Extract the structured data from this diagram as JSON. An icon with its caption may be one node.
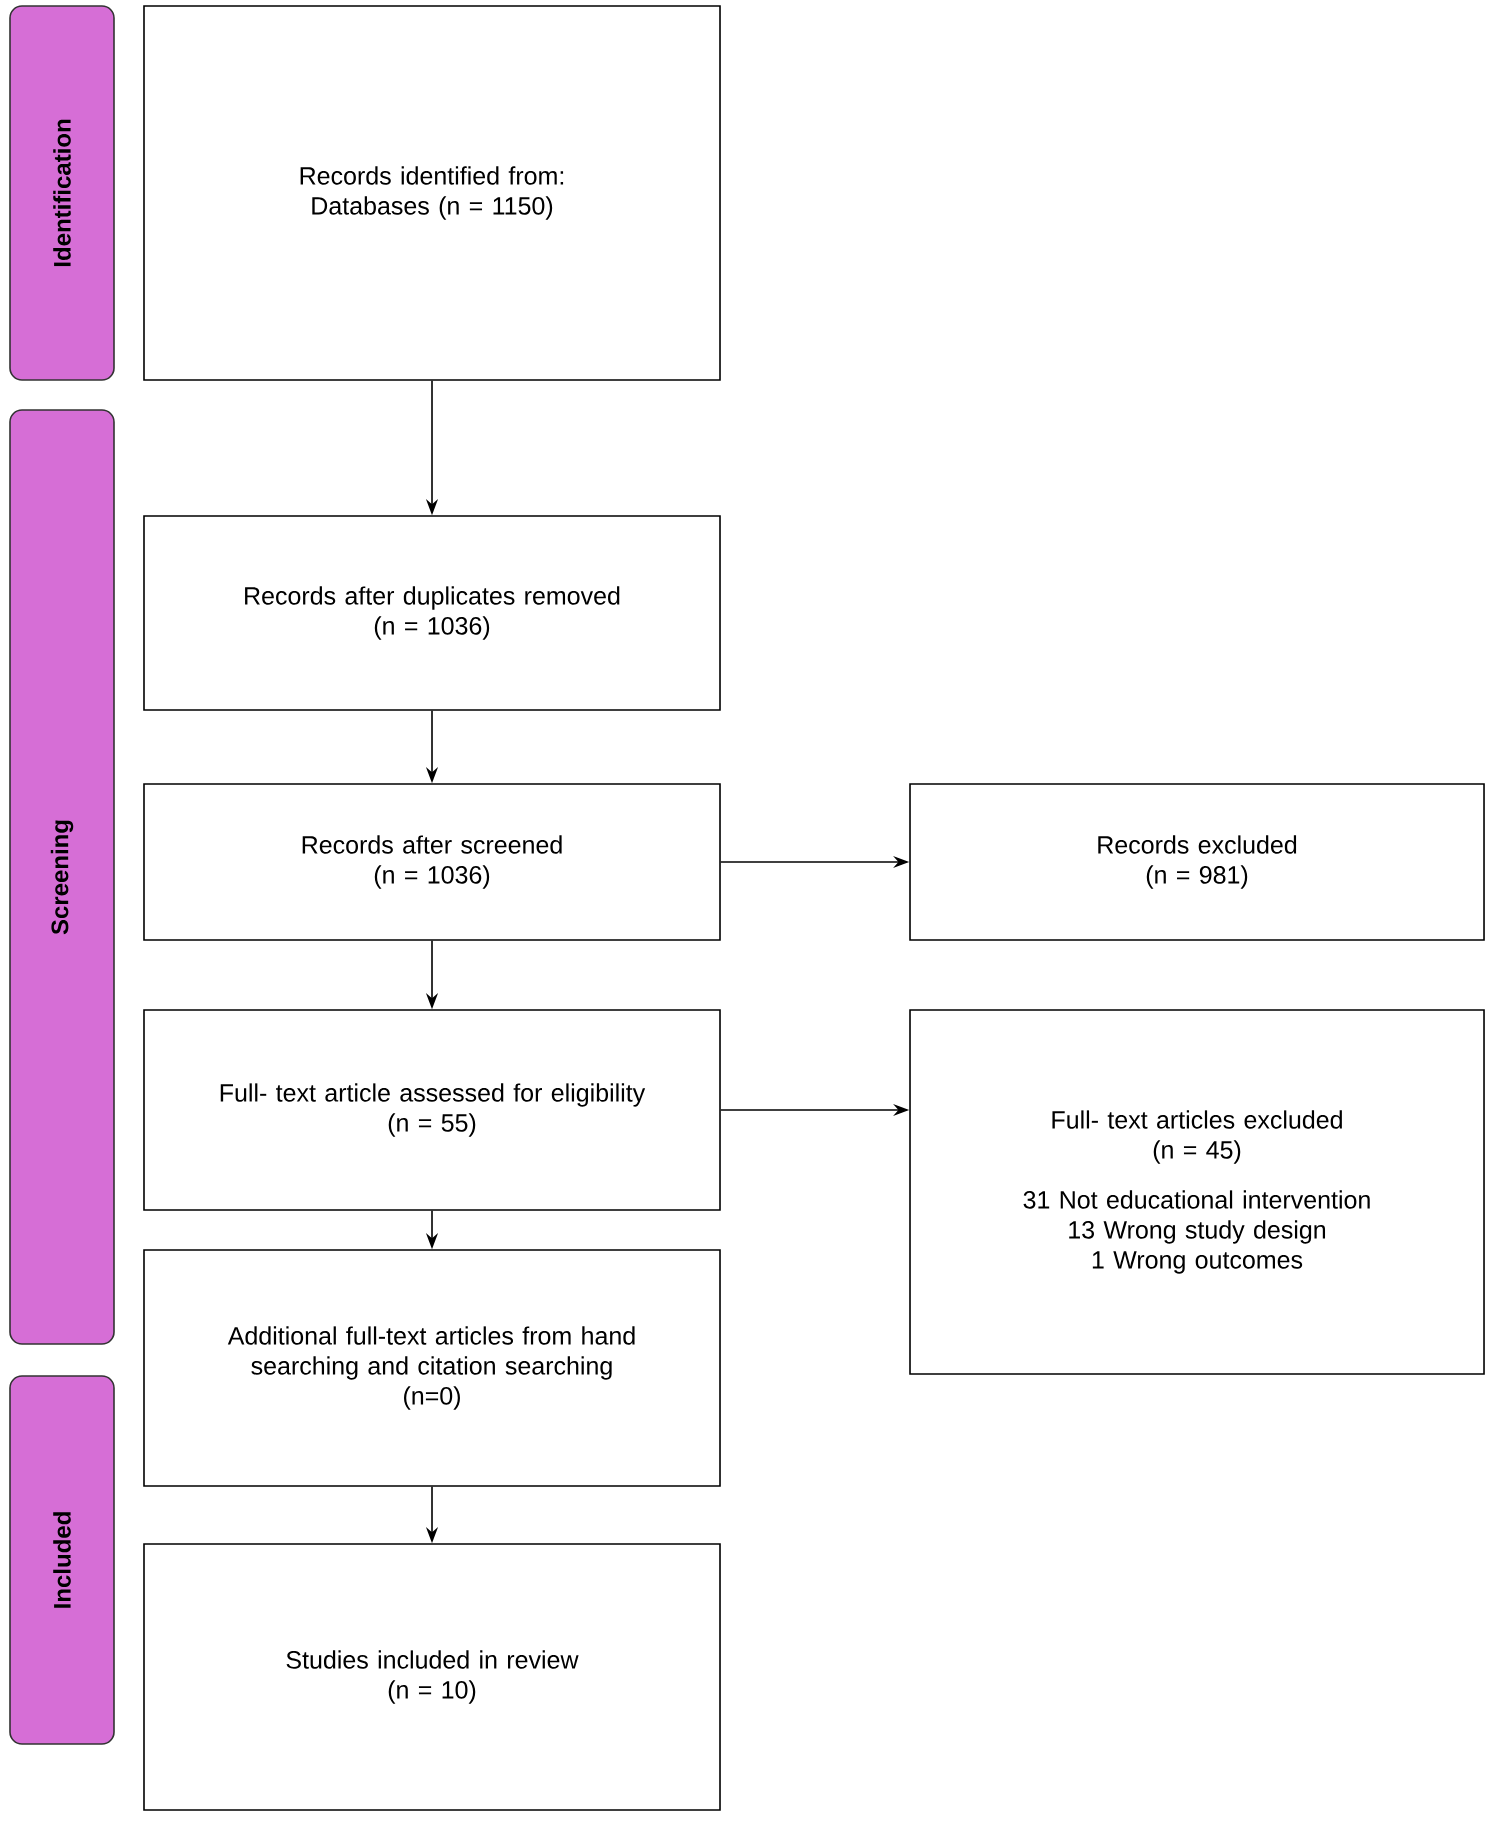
{
  "diagram": {
    "nodes": [
      {
        "text": [
          "Identification"
        ]
      },
      {
        "text": [
          "Screening"
        ]
      },
      {
        "text": [
          "Included"
        ]
      },
      {
        "text": [
          "Records identified from:",
          "Databases (n = 1150)"
        ]
      },
      {
        "text": [
          "Records after duplicates removed",
          "(n = 1036)"
        ]
      },
      {
        "text": [
          "Records after screened",
          "(n = 1036)"
        ]
      },
      {
        "text": [
          "Records excluded",
          "(n = 981)"
        ]
      },
      {
        "text": [
          "Full- text article assessed for eligibility",
          "(n = 55)"
        ]
      },
      {
        "text": [
          "Full- text articles excluded",
          "(n = 45)",
          "31 Not educational intervention",
          "13 Wrong study design",
          "1 Wrong outcomes"
        ]
      },
      {
        "text": [
          "Additional full-text articles from hand searching and citation searching",
          "(n=0)"
        ]
      },
      {
        "text": [
          "Studies included in review",
          "(n = 10)"
        ]
      }
    ],
    "edges": [
      {
        "from": 3,
        "to": 4,
        "arrow": "to"
      },
      {
        "from": 4,
        "to": 5,
        "arrow": "to"
      },
      {
        "from": 5,
        "to": 6,
        "arrow": "to"
      },
      {
        "from": 5,
        "to": 7,
        "arrow": "to"
      },
      {
        "from": 7,
        "to": 8,
        "arrow": "to"
      },
      {
        "from": 7,
        "to": 9,
        "arrow": "to"
      },
      {
        "from": 9,
        "to": 10,
        "arrow": "to"
      }
    ]
  }
}
